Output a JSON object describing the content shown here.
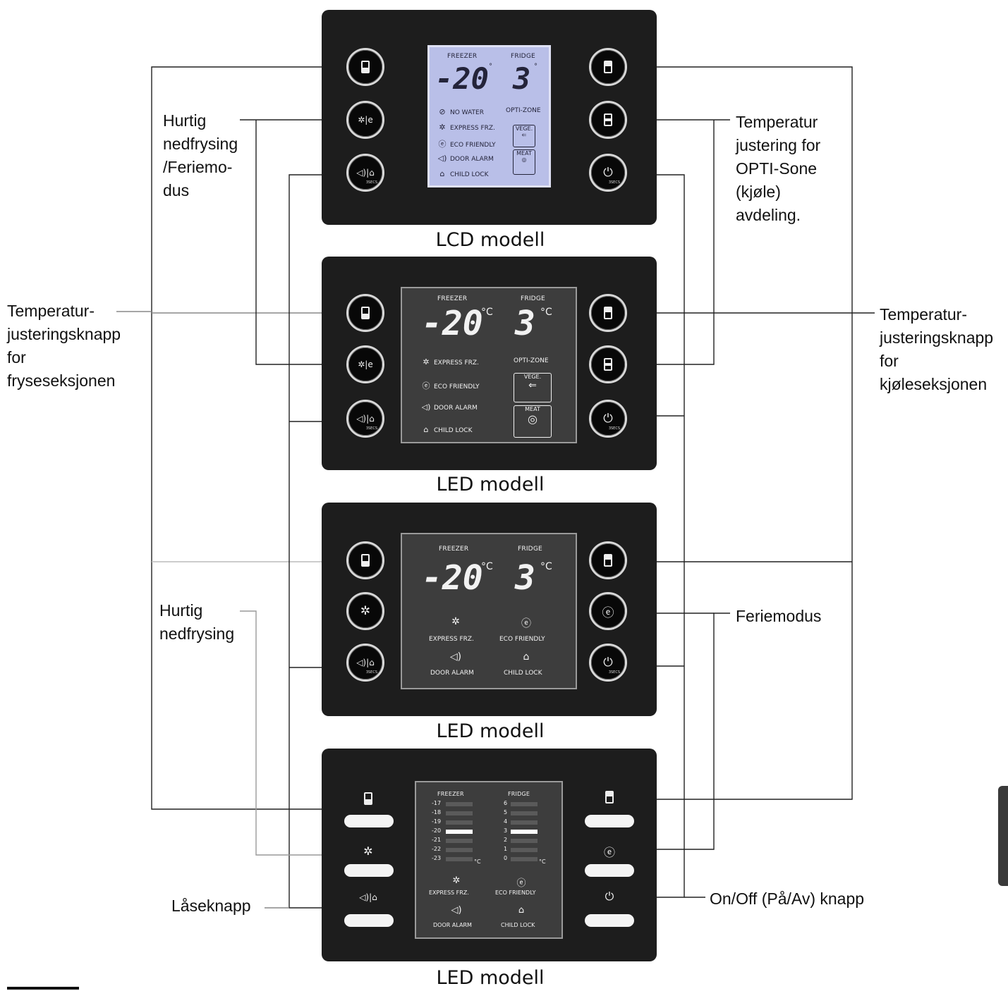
{
  "captions": {
    "p1": "LCD modell",
    "p2": "LED modell",
    "p3": "LED modell",
    "p4": "LED modell"
  },
  "annotations": {
    "hurtig_feriemodus": [
      "Hurtig",
      "nedfrysing",
      "/Feriemo-",
      "dus"
    ],
    "temp_opti": [
      "Temperatur",
      "justering for",
      "OPTI-Sone",
      "(kjøle)",
      "avdeling."
    ],
    "temp_frys": [
      "Temperatur-",
      "justeringsknapp",
      "for",
      "fryseseksjonen"
    ],
    "temp_kjole": [
      "Temperatur-",
      "justeringsknapp",
      "for",
      "kjøleseksjonen"
    ],
    "hurtig": [
      "Hurtig",
      "nedfrysing"
    ],
    "feriemodus": "Feriemodus",
    "laseknapp": "Låseknapp",
    "onoff": "On/Off (På/Av) knapp"
  },
  "display": {
    "freezer": "FREEZER",
    "fridge": "FRIDGE",
    "freezer_temp": "-20",
    "fridge_temp": "3",
    "deg": "°C",
    "deg_short": "°",
    "deg_c": "C",
    "no_water": "NO WATER",
    "express_frz": "EXPRESS FRZ.",
    "eco_friendly": "ECO FRIENDLY",
    "door_alarm": "DOOR ALARM",
    "child_lock": "CHILD LOCK",
    "opti_zone": "OPTI-ZONE",
    "vege": "VEGE.",
    "meat": "MEAT",
    "tiny_lock": "3SECS",
    "tiny_power": "3SECS"
  },
  "bar_display": {
    "freezer_levels": [
      "-17",
      "-18",
      "-19",
      "-20",
      "-21",
      "-22",
      "-23"
    ],
    "fridge_levels": [
      "6",
      "5",
      "4",
      "3",
      "2",
      "1",
      "0"
    ],
    "freezer_selected": "-20",
    "fridge_selected": "3",
    "unit": "°C"
  },
  "icons": {
    "freezer_button": "freezer-compartment-icon",
    "fridge_button": "fridge-compartment-icon",
    "opti_button": "opti-zone-icon",
    "express_eco": "express-eco-icon",
    "alarm_lock": "alarm-lock-icon",
    "power": "power-icon"
  }
}
